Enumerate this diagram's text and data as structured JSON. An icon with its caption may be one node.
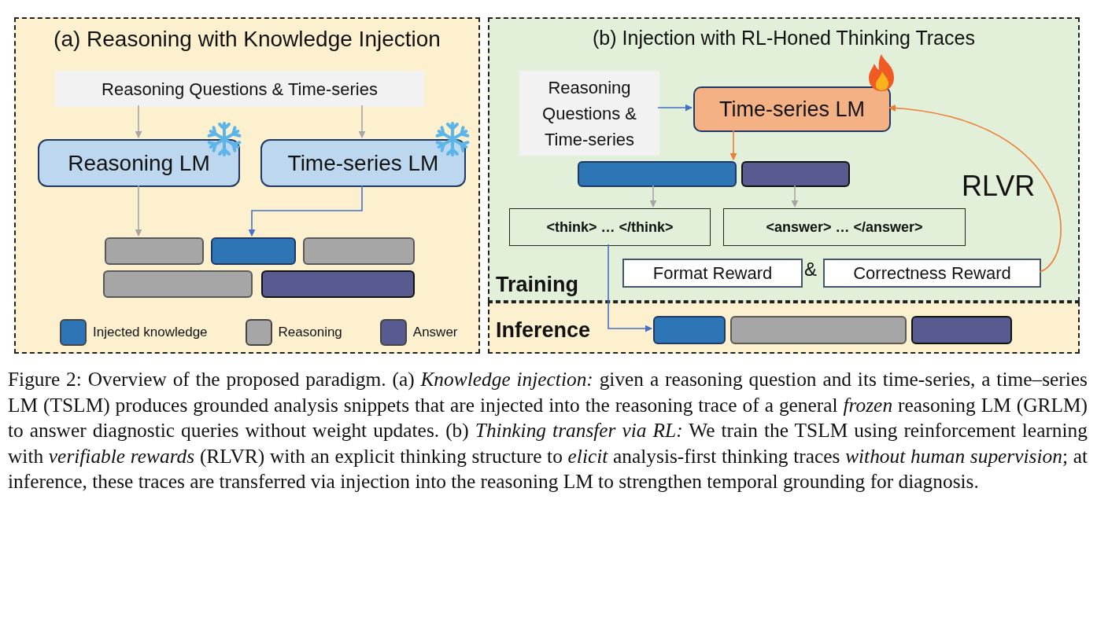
{
  "diagram": {
    "caption": "Figure 2: Overview of the proposed paradigm. (a)  *Knowledge injection:* given a reasoning question and its time-series, a time–series LM (TSLM) produces grounded analysis snippets that are injected into the reasoning trace of a general *frozen* reasoning LM (GRLM) to answer diagnostic queries without weight updates.  (b) *Thinking transfer via RL:* We train the TSLM using reinforcement learning with *verifiable rewards* (RLVR) with an explicit thinking structure to *elicit* analysis-first thinking traces *without human supervision*; at inference, these traces are transferred via injection into the reasoning LM to strengthen temporal grounding for diagnosis.",
    "nodes": [
      {
        "text": [
          "(a) Reasoning with Knowledge Injection"
        ]
      },
      {
        "text": [
          "Reasoning Questions & Time-series"
        ],
        "in": 0
      },
      {
        "text": [
          "Reasoning LM"
        ],
        "in": 0
      },
      {
        "text": [
          "Time-series LM"
        ],
        "in": 0
      },
      {
        "text": [],
        "shape": "bar",
        "in": 0
      },
      {
        "text": [],
        "shape": "bar",
        "in": 0
      },
      {
        "text": [],
        "shape": "bar",
        "in": 0
      },
      {
        "text": [],
        "shape": "bar",
        "in": 0
      },
      {
        "text": [],
        "shape": "bar",
        "in": 0
      },
      {
        "text": [
          "(b) Injection with RL-Honed Thinking Traces",
          "Training"
        ]
      },
      {
        "text": [
          "Reasoning Questions & Time-series"
        ],
        "in": 9
      },
      {
        "text": [
          "Time-series LM"
        ],
        "in": 9
      },
      {
        "text": [],
        "shape": "bar",
        "in": 9
      },
      {
        "text": [],
        "shape": "bar",
        "in": 9
      },
      {
        "text": [
          "<think> … </think>"
        ],
        "in": 9
      },
      {
        "text": [
          "<answer> … </answer>"
        ],
        "in": 9
      },
      {
        "text": [
          "Format Reward"
        ],
        "in": 9
      },
      {
        "text": [
          "Correctness Reward"
        ],
        "in": 9
      },
      {
        "text": [
          "Inference"
        ]
      },
      {
        "text": [],
        "shape": "bar",
        "in": 18
      },
      {
        "text": [],
        "shape": "bar",
        "in": 18
      },
      {
        "text": [],
        "shape": "bar",
        "in": 18
      }
    ],
    "edges": [
      {
        "from": 1,
        "to": 2,
        "arrow": "to"
      },
      {
        "from": 1,
        "to": 3,
        "arrow": "to"
      },
      {
        "from": 2,
        "to": 4,
        "arrow": "to"
      },
      {
        "from": 3,
        "to": 5,
        "arrow": "to",
        "color": "#4472c4"
      },
      {
        "from": 10,
        "to": 11,
        "arrow": "to",
        "color": "#4472c4"
      },
      {
        "from": 11,
        "to": 12,
        "arrow": "to",
        "color": "#ed7d31"
      },
      {
        "from": 12,
        "to": 14,
        "arrow": "to"
      },
      {
        "from": 13,
        "to": 15,
        "arrow": "to"
      },
      {
        "from": 17,
        "to": 11,
        "arrow": "to",
        "color": "#ed7d31"
      },
      {
        "from": 14,
        "to": 19,
        "arrow": "to",
        "color": "#4472c4"
      }
    ],
    "labels": [
      "&",
      "RLVR"
    ],
    "legend": [
      {
        "text": "Injected knowledge",
        "color": "#2e75b6"
      },
      {
        "text": "Reasoning",
        "color": "#a6a6a6"
      },
      {
        "text": "Answer",
        "color": "#575b8f"
      }
    ]
  }
}
